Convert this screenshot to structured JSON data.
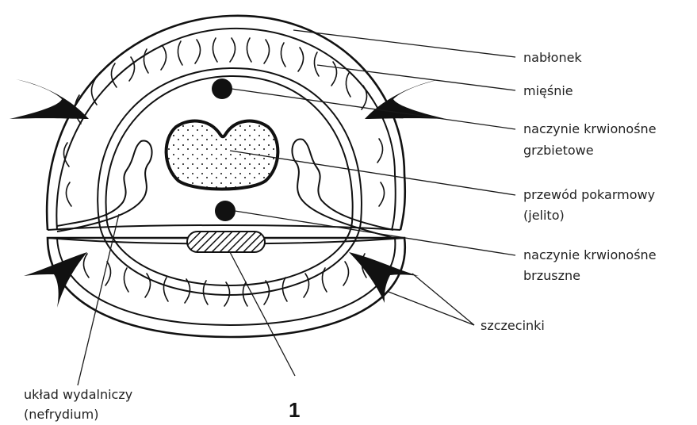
{
  "labels": {
    "epithelium": "nabłonek",
    "muscles": "mięśnie",
    "dorsal_vessel_1": "naczynie krwionośne",
    "dorsal_vessel_2": "grzbietowe",
    "gut_1": "przewód pokarmowy",
    "gut_2": "(jelito)",
    "ventral_vessel_1": "naczynie krwionośne",
    "ventral_vessel_2": "brzuszne",
    "setae": "szczecinki",
    "excretory_1": "układ wydalniczy",
    "excretory_2": "(nefrydium)",
    "number": "1"
  }
}
